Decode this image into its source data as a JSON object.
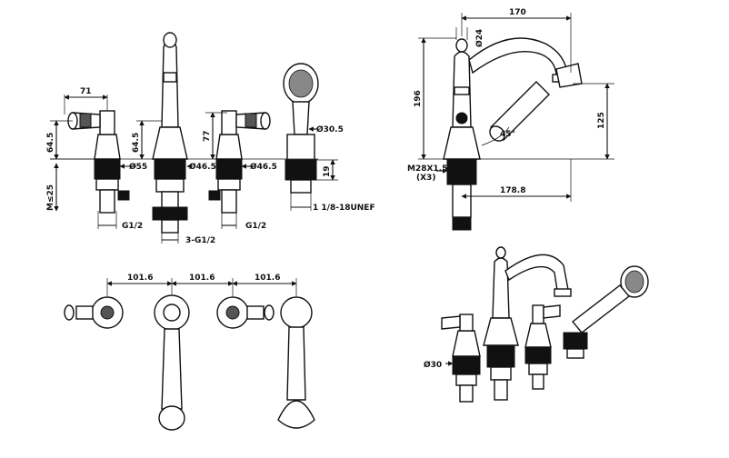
{
  "dimensions": {
    "front_width_71": "71",
    "front_h_64_5_left": "64.5",
    "front_h_64_5_mid": "64.5",
    "front_h_77": "77",
    "dia_55": "Ø55",
    "dia_46_5_a": "Ø46.5",
    "dia_46_5_b": "Ø46.5",
    "dia_30_5": "Ø30.5",
    "h_19": "19",
    "thread_m": "M≤25",
    "g12_left": "G1/2",
    "g12_mid": "3-G1/2",
    "g12_right": "G1/2",
    "hose_thread": "1 1/8-18UNEF",
    "side_170": "170",
    "side_dia_24": "Ø24",
    "side_196": "196",
    "side_125": "125",
    "side_45": "45°",
    "side_m28": "M28X1.5",
    "side_x3": "(X3)",
    "side_178_8": "178.8",
    "plan_101_6_a": "101.6",
    "plan_101_6_b": "101.6",
    "plan_101_6_c": "101.6",
    "iso_dia_30": "Ø30"
  }
}
